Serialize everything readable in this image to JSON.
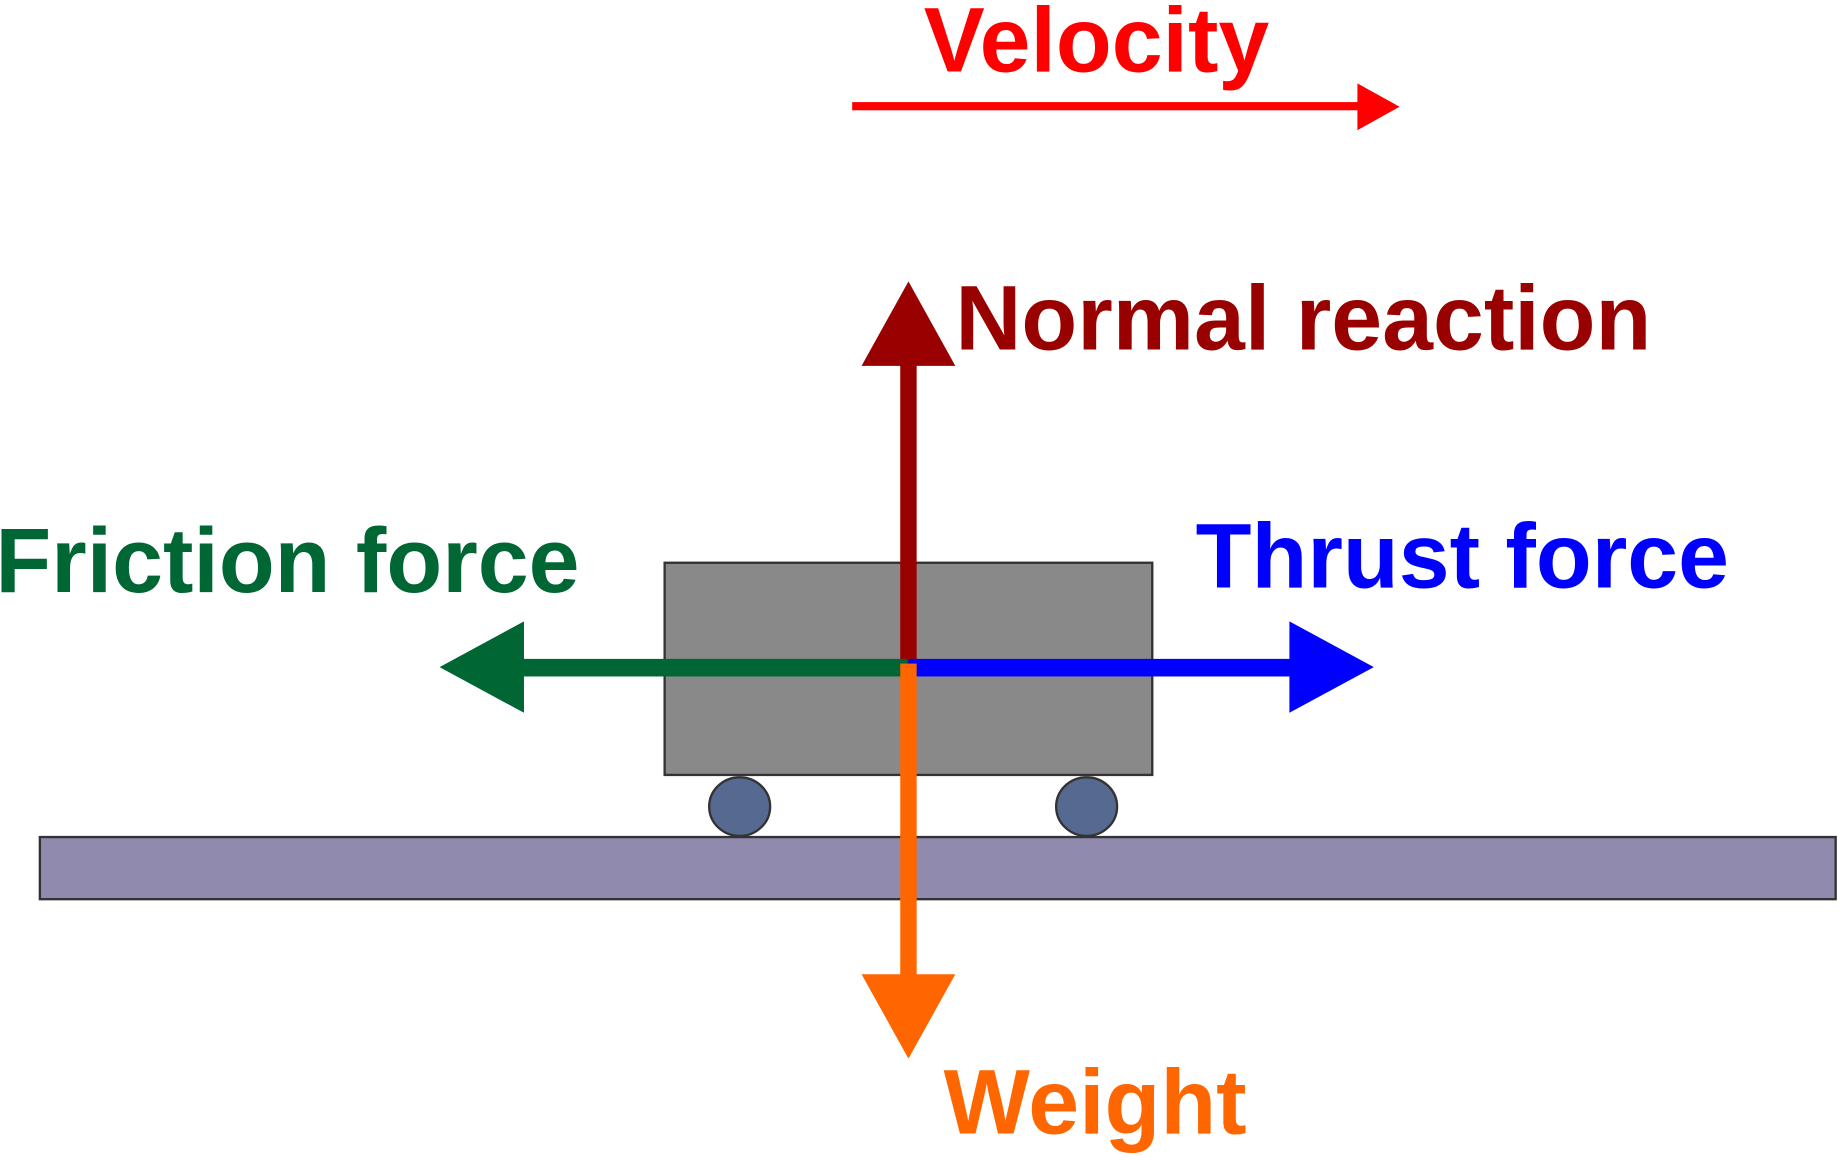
{
  "labels": {
    "velocity": "Velocity",
    "normal_reaction": "Normal reaction",
    "friction_force": "Friction force",
    "thrust_force": "Thrust force",
    "weight": "Weight"
  },
  "colors": {
    "velocity": "#ff0000",
    "normal_reaction": "#990000",
    "friction_force": "#006633",
    "thrust_force": "#0000ff",
    "weight": "#ff6600",
    "cart_body": "#898989",
    "wheel": "#566a91",
    "ground": "#8f8aae",
    "outline": "#333333"
  }
}
